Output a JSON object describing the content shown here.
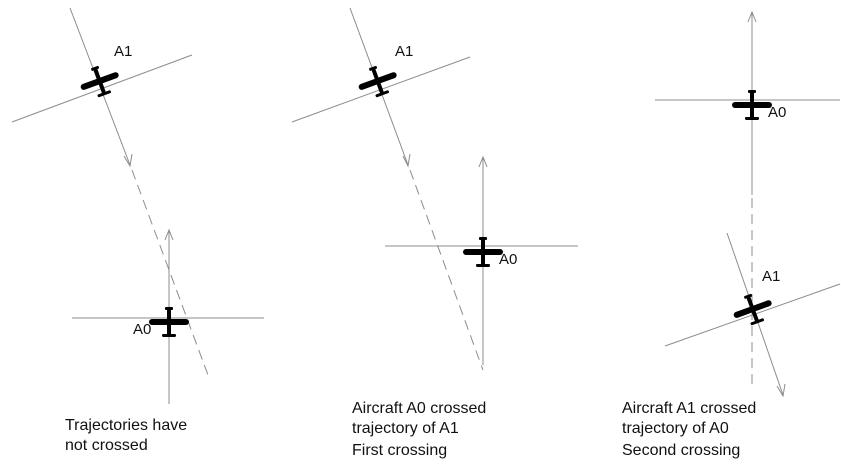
{
  "panels": [
    {
      "aircraft_a1_label": "A1",
      "aircraft_a0_label": "A0",
      "caption_lines": [
        "Trajectories have",
        "not crossed"
      ]
    },
    {
      "aircraft_a1_label": "A1",
      "aircraft_a0_label": "A0",
      "caption_lines": [
        "Aircraft A0 crossed",
        "trajectory of A1",
        "First crossing"
      ]
    },
    {
      "aircraft_a1_label": "A1",
      "aircraft_a0_label": "A0",
      "caption_lines": [
        "Aircraft A1 crossed",
        "trajectory of A0",
        "Second crossing"
      ]
    }
  ]
}
